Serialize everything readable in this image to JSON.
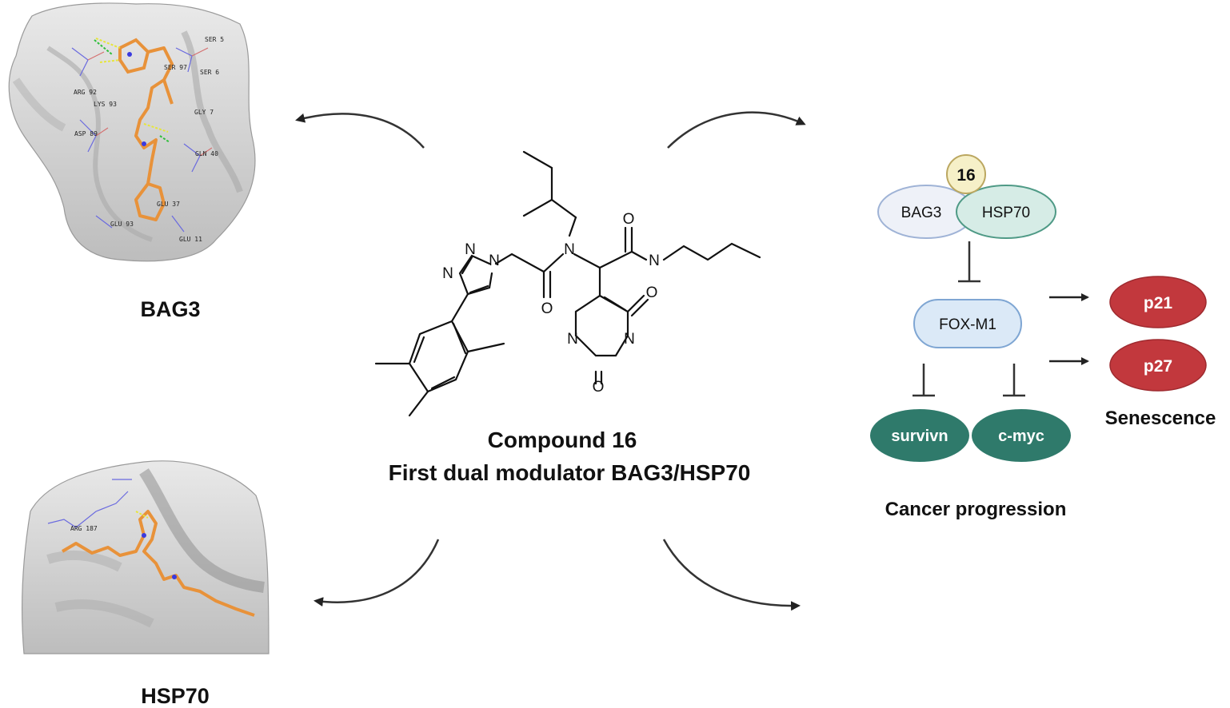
{
  "panels": {
    "bag3_docking": {
      "label": "BAG3",
      "residues": [
        "SER 5",
        "SER 97",
        "SER 6",
        "ARG 92",
        "LYS 93",
        "GLY 7",
        "ASP 89",
        "GLN 40",
        "GLU 37",
        "GLU 93",
        "GLU 11"
      ]
    },
    "hsp70_docking": {
      "label": "HSP70",
      "residues": [
        "ARG 187"
      ]
    }
  },
  "compound": {
    "title": "Compound 16",
    "subtitle": "First dual modulator BAG3/HSP70",
    "atoms": {
      "n": "N",
      "o": "O"
    }
  },
  "pathway": {
    "compound_badge": "16",
    "bag3": "BAG3",
    "hsp70": "HSP70",
    "foxm1": "FOX-M1",
    "survivin": "survivn",
    "cmyc": "c-myc",
    "p21": "p21",
    "p27": "p27",
    "senescence": "Senescence",
    "cancer_progression": "Cancer progression"
  },
  "colors": {
    "orange_ligand": "#e8923a",
    "teal_dark": "#2f7a6b",
    "red_marker": "#c2383d",
    "foxm1_fill": "#dbe9f7",
    "bag3_fill": "#eef1f8",
    "hsp70_fill": "#d6ece6",
    "badge_fill": "#f6f0c8"
  }
}
